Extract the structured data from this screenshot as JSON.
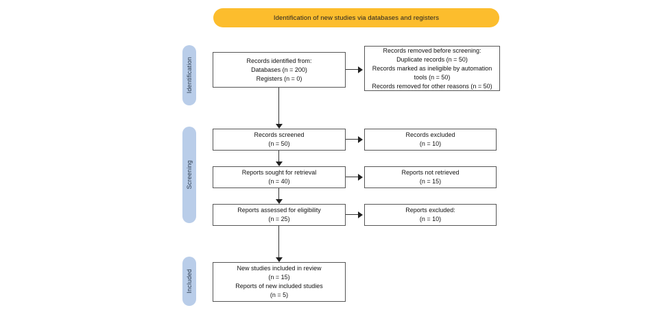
{
  "banner": {
    "title": "Identification of new studies via databases and registers",
    "color": "#fcbd2d"
  },
  "stages": {
    "identification": "Identification",
    "screening": "Screening",
    "included": "Included",
    "pill_color": "#b9cde9"
  },
  "boxes": {
    "identified": {
      "lines": [
        "Records identified from:",
        "Databases (n = 200)",
        "Registers (n = 0)"
      ]
    },
    "removed": {
      "lines": [
        "Records removed before screening:",
        "Duplicate records (n = 50)",
        "Records marked as ineligible by automation",
        "tools (n = 50)",
        "Records removed for other reasons (n = 50)"
      ]
    },
    "screened": {
      "lines": [
        "Records screened",
        "(n = 50)"
      ]
    },
    "excluded_records": {
      "lines": [
        "Records excluded",
        "(n = 10)"
      ]
    },
    "sought": {
      "lines": [
        "Reports sought for retrieval",
        "(n = 40)"
      ]
    },
    "not_retrieved": {
      "lines": [
        "Reports not retrieved",
        "(n = 15)"
      ]
    },
    "assessed": {
      "lines": [
        "Reports assessed for eligibility",
        "(n = 25)"
      ]
    },
    "excluded_reports": {
      "lines": [
        "Reports excluded:",
        "(n = 10)"
      ]
    },
    "included": {
      "lines": [
        "New studies included in review",
        "(n = 15)",
        "Reports of new included studies",
        "(n = 5)"
      ]
    }
  }
}
